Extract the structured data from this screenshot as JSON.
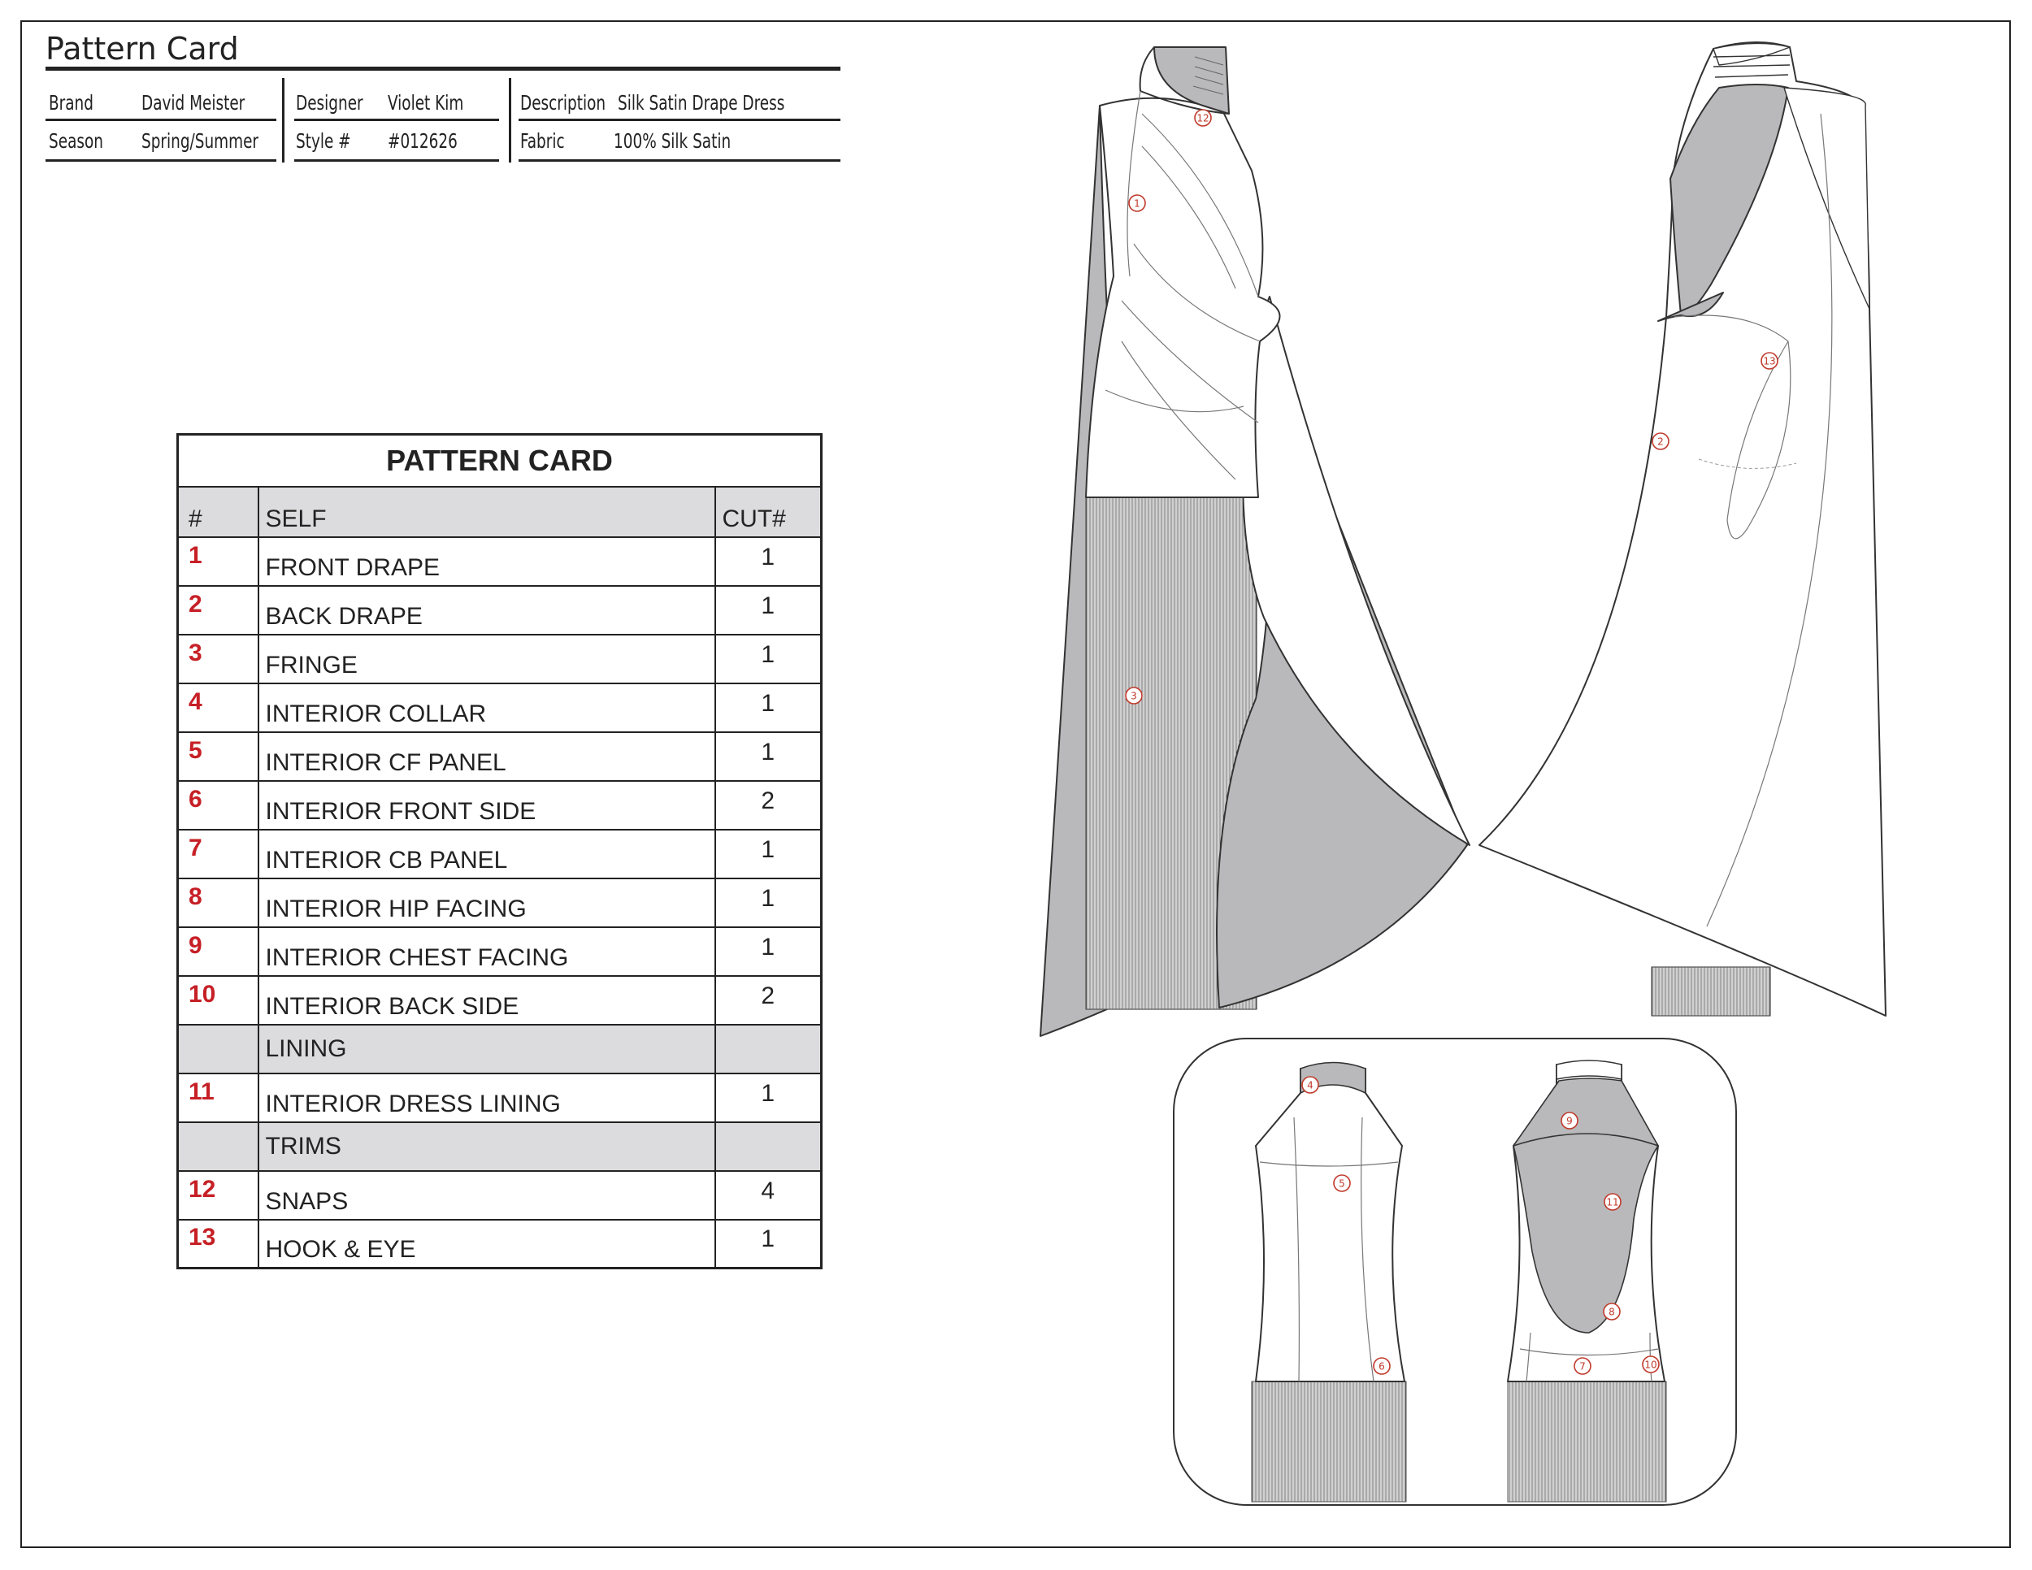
{
  "header": {
    "title": "Pattern Card",
    "brand_label": "Brand",
    "brand_value": "David Meister",
    "season_label": "Season",
    "season_value": "Spring/Summer",
    "designer_label": "Designer",
    "designer_value": "Violet Kim",
    "style_label": "Style #",
    "style_value": "#012626",
    "description_label": "Description",
    "description_value": "Silk Satin Drape Dress",
    "fabric_label": "Fabric",
    "fabric_value": "100% Silk Satin"
  },
  "table": {
    "title": "PATTERN CARD",
    "col_num": "#",
    "col_self": "SELF",
    "col_cut": "CUT#",
    "rows": [
      {
        "num": "1",
        "name": "FRONT DRAPE",
        "cut": "1"
      },
      {
        "num": "2",
        "name": "BACK DRAPE",
        "cut": "1"
      },
      {
        "num": "3",
        "name": "FRINGE",
        "cut": "1"
      },
      {
        "num": "4",
        "name": "INTERIOR COLLAR",
        "cut": "1"
      },
      {
        "num": "5",
        "name": "INTERIOR CF PANEL",
        "cut": "1"
      },
      {
        "num": "6",
        "name": "INTERIOR FRONT SIDE",
        "cut": "2"
      },
      {
        "num": "7",
        "name": "INTERIOR CB PANEL",
        "cut": "1"
      },
      {
        "num": "8",
        "name": "INTERIOR HIP FACING",
        "cut": "1"
      },
      {
        "num": "9",
        "name": "INTERIOR CHEST FACING",
        "cut": "1"
      },
      {
        "num": "10",
        "name": "INTERIOR BACK SIDE",
        "cut": "2"
      }
    ],
    "lining_label": "LINING",
    "lining_row": {
      "num": "11",
      "name": "INTERIOR DRESS LINING",
      "cut": "1"
    },
    "trims_label": "TRIMS",
    "trims_rows": [
      {
        "num": "12",
        "name": "SNAPS",
        "cut": "4"
      },
      {
        "num": "13",
        "name": "HOOK & EYE",
        "cut": "1"
      }
    ]
  },
  "callouts": [
    "1",
    "2",
    "3",
    "4",
    "5",
    "6",
    "7",
    "8",
    "9",
    "10",
    "11",
    "12",
    "13"
  ],
  "colors": {
    "callout": "#c0392b",
    "table_number": "#c62026",
    "shade": "#b9b9bb",
    "header_fill": "#dcdcde"
  }
}
